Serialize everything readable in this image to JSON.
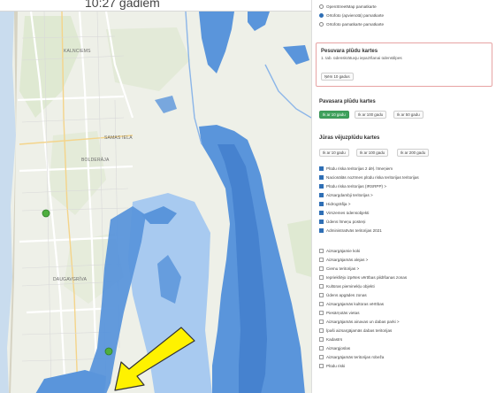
{
  "caption": "10:27 gadiem",
  "basemap_options": [
    {
      "label": "OpenStreetMap pamatkarte",
      "selected": false
    },
    {
      "label": "Ortofoto (apvienotā) pamatkarte",
      "selected": true
    },
    {
      "label": "Ortofoto pamatkarte pamatkarte",
      "selected": false
    }
  ],
  "info_box": {
    "title": "Pesuvara plūdu kartes",
    "subtitle": "1. tab. ūdenskrātuvju iepazīšanai ūdenstilpes",
    "button_label": "Ņēm 10 gadus"
  },
  "spring_floods": {
    "title": "Pavasara plūdu kartes",
    "buttons": [
      {
        "label": "Ik ar 10 gadu",
        "active": true
      },
      {
        "label": "Ik ar 100 gadu",
        "active": false
      },
      {
        "label": "Ik ar 50 gadu",
        "active": false
      }
    ]
  },
  "sea_floods": {
    "title": "Jūras vējuzplūdu kartes",
    "buttons": [
      {
        "label": "Ik ar 10 gadu",
        "active": false
      },
      {
        "label": "Ik ar 100 gadu",
        "active": false
      },
      {
        "label": "Ik ar 200 gadu",
        "active": false
      }
    ]
  },
  "layers_checked": [
    {
      "label": "Plūdu riska teritorijas 2 dēļ. līmeņiem",
      "checked": true
    },
    {
      "label": "Nacionālās nozīmes plūdu riska teritorijas teritorijas",
      "checked": true
    },
    {
      "label": "Plūdu riska teritorijas (IRSRPP) >",
      "checked": true
    },
    {
      "label": "Aizsargdambji teritorijas >",
      "checked": true
    },
    {
      "label": "Hidrogrāfija >",
      "checked": true
    },
    {
      "label": "Virszemes ūdensobjekti",
      "checked": true
    },
    {
      "label": "Ūdens līmeņu posteņi",
      "checked": true
    },
    {
      "label": "Administratīvās teritorijas 2021",
      "checked": true
    }
  ],
  "layers_unchecked": [
    {
      "label": "Aizsargājamie koki",
      "checked": false
    },
    {
      "label": "Aizsargājamās alejas >",
      "checked": false
    },
    {
      "label": "Ciemu teritorijas >",
      "checked": false
    },
    {
      "label": "Iepriekšējo izpētes vērtības pildīšanas zonas",
      "checked": false
    },
    {
      "label": "Kultūras pieminekļu objekti",
      "checked": false
    },
    {
      "label": "Ūdens apgādes zonas",
      "checked": false
    },
    {
      "label": "Aizsargājamās kultūras vērtības",
      "checked": false
    },
    {
      "label": "Piesārņotās vietas",
      "checked": false
    },
    {
      "label": "Aizsargājamās ainavas un dabas parki >",
      "checked": false
    },
    {
      "label": "Īpaši aizsargājamās dabas teritorijas",
      "checked": false
    },
    {
      "label": "Kadastrs",
      "checked": false
    },
    {
      "label": "Aizsargjoslas",
      "checked": false
    },
    {
      "label": "Aizsargājamās teritorijas robeža",
      "checked": false
    },
    {
      "label": "Plūdu riski",
      "checked": false
    }
  ],
  "map_labels": [
    {
      "text": "KALNCIEMS"
    },
    {
      "text": "SAMAS IELA"
    },
    {
      "text": "BOLDERĀJA"
    },
    {
      "text": "DAUGAVGRĪVA"
    }
  ],
  "colors": {
    "flood": "#5a95db",
    "flood_light": "#a8caf0",
    "sea": "#c9dcee",
    "land": "#eef0e8",
    "active_btn": "#3fa15c",
    "arrow_fill": "#fff200",
    "arrow_stroke": "#333333"
  }
}
